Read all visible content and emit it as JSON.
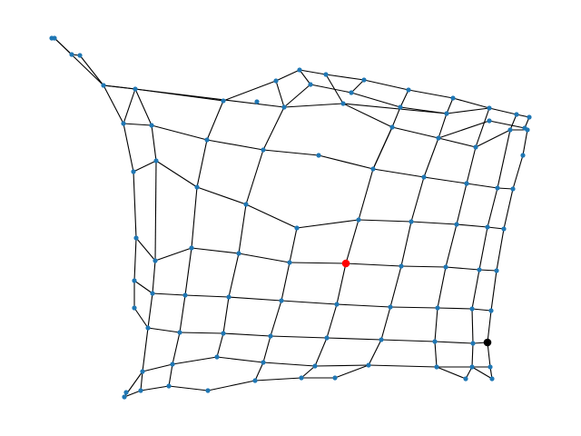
{
  "colors": {
    "background": "#ffffff",
    "edge": "#000000",
    "node": "#1f77b4",
    "start_node": "#ff0000",
    "goal_node": "#000000"
  },
  "graph": {
    "rows": [
      [
        "n_0_0",
        "n_0_1",
        "n_0_2",
        "n_0_3",
        "n_0_4",
        "n_0_5",
        "n_0_6",
        "n_0_7",
        "n_0_8",
        "n_0_9",
        "n_0_10",
        "n_0_11",
        "n_0_12"
      ],
      [
        "n_1_0",
        "n_1_1",
        "n_1_2",
        "n_1_3",
        "n_1_4",
        "n_1_5",
        "n_1_6",
        "n_1_7",
        "n_1_8",
        "n_1_9",
        "n_1_10",
        "n_1_11",
        "n_1_12"
      ],
      [
        "n_2_0",
        "n_2_1",
        "n_2_2",
        "n_2_3",
        "n_2_4",
        "n_2_5",
        "n_2_6",
        "n_2_7",
        "n_2_8",
        "n_2_9",
        "n_2_10",
        "n_2_11",
        "n_2_12"
      ],
      [
        "n_3_0",
        "n_3_1",
        "n_3_2",
        "n_3_3",
        "n_3_4",
        "n_3_5",
        "n_3_6",
        "n_3_7",
        "n_3_8",
        "n_3_9",
        "n_3_10",
        "n_3_11",
        "n_3_12"
      ],
      [
        "n_4_0",
        "n_4_1",
        "n_4_2",
        "n_4_3",
        "n_4_4",
        "n_4_5",
        "n_4_6",
        "n_4_7",
        "n_4_8",
        "n_4_9",
        "n_4_10",
        "n_4_11",
        "n_4_12"
      ],
      [
        "n_5_0",
        "n_5_1",
        "n_5_2",
        "n_5_3",
        "n_5_4",
        "n_5_5",
        "n_5_6",
        "n_5_7",
        "n_5_8",
        "n_5_9",
        "n_5_10",
        "n_5_11",
        "n_5_12"
      ],
      [
        "n_6_0",
        "n_6_1",
        "n_6_2",
        "n_6_3",
        "n_6_4",
        "n_6_5",
        "n_6_6",
        "n_6_7",
        "n_6_8",
        "n_6_9",
        "n_6_10",
        "n_6_11",
        "n_6_12"
      ],
      [
        "n_7_0",
        "n_7_1",
        "n_7_2",
        "n_7_3",
        "n_7_4",
        "n_7_5",
        "n_7_6",
        "n_7_7",
        "n_7_8",
        "n_7_9",
        "n_7_10",
        "n_7_11",
        "n_7_12"
      ],
      [
        "n_8_0",
        "n_8_1",
        "n_8_2",
        "n_8_3",
        "n_8_4",
        "n_8_5",
        "n_8_6",
        "n_8_7",
        "n_8_8",
        "n_8_9",
        "n_8_10",
        "n_8_11",
        "n_8_12"
      ],
      [
        "n_9_0",
        "n_9_1",
        "n_9_2",
        "n_9_3",
        "n_9_4",
        "n_9_5",
        "n_9_6",
        "n_9_7",
        "n_9_8",
        "n_9_9",
        "n_9_10",
        "n_9_11",
        "n_9_12"
      ]
    ],
    "start_node": "n_5_6",
    "goal_node": "n_7_12"
  }
}
